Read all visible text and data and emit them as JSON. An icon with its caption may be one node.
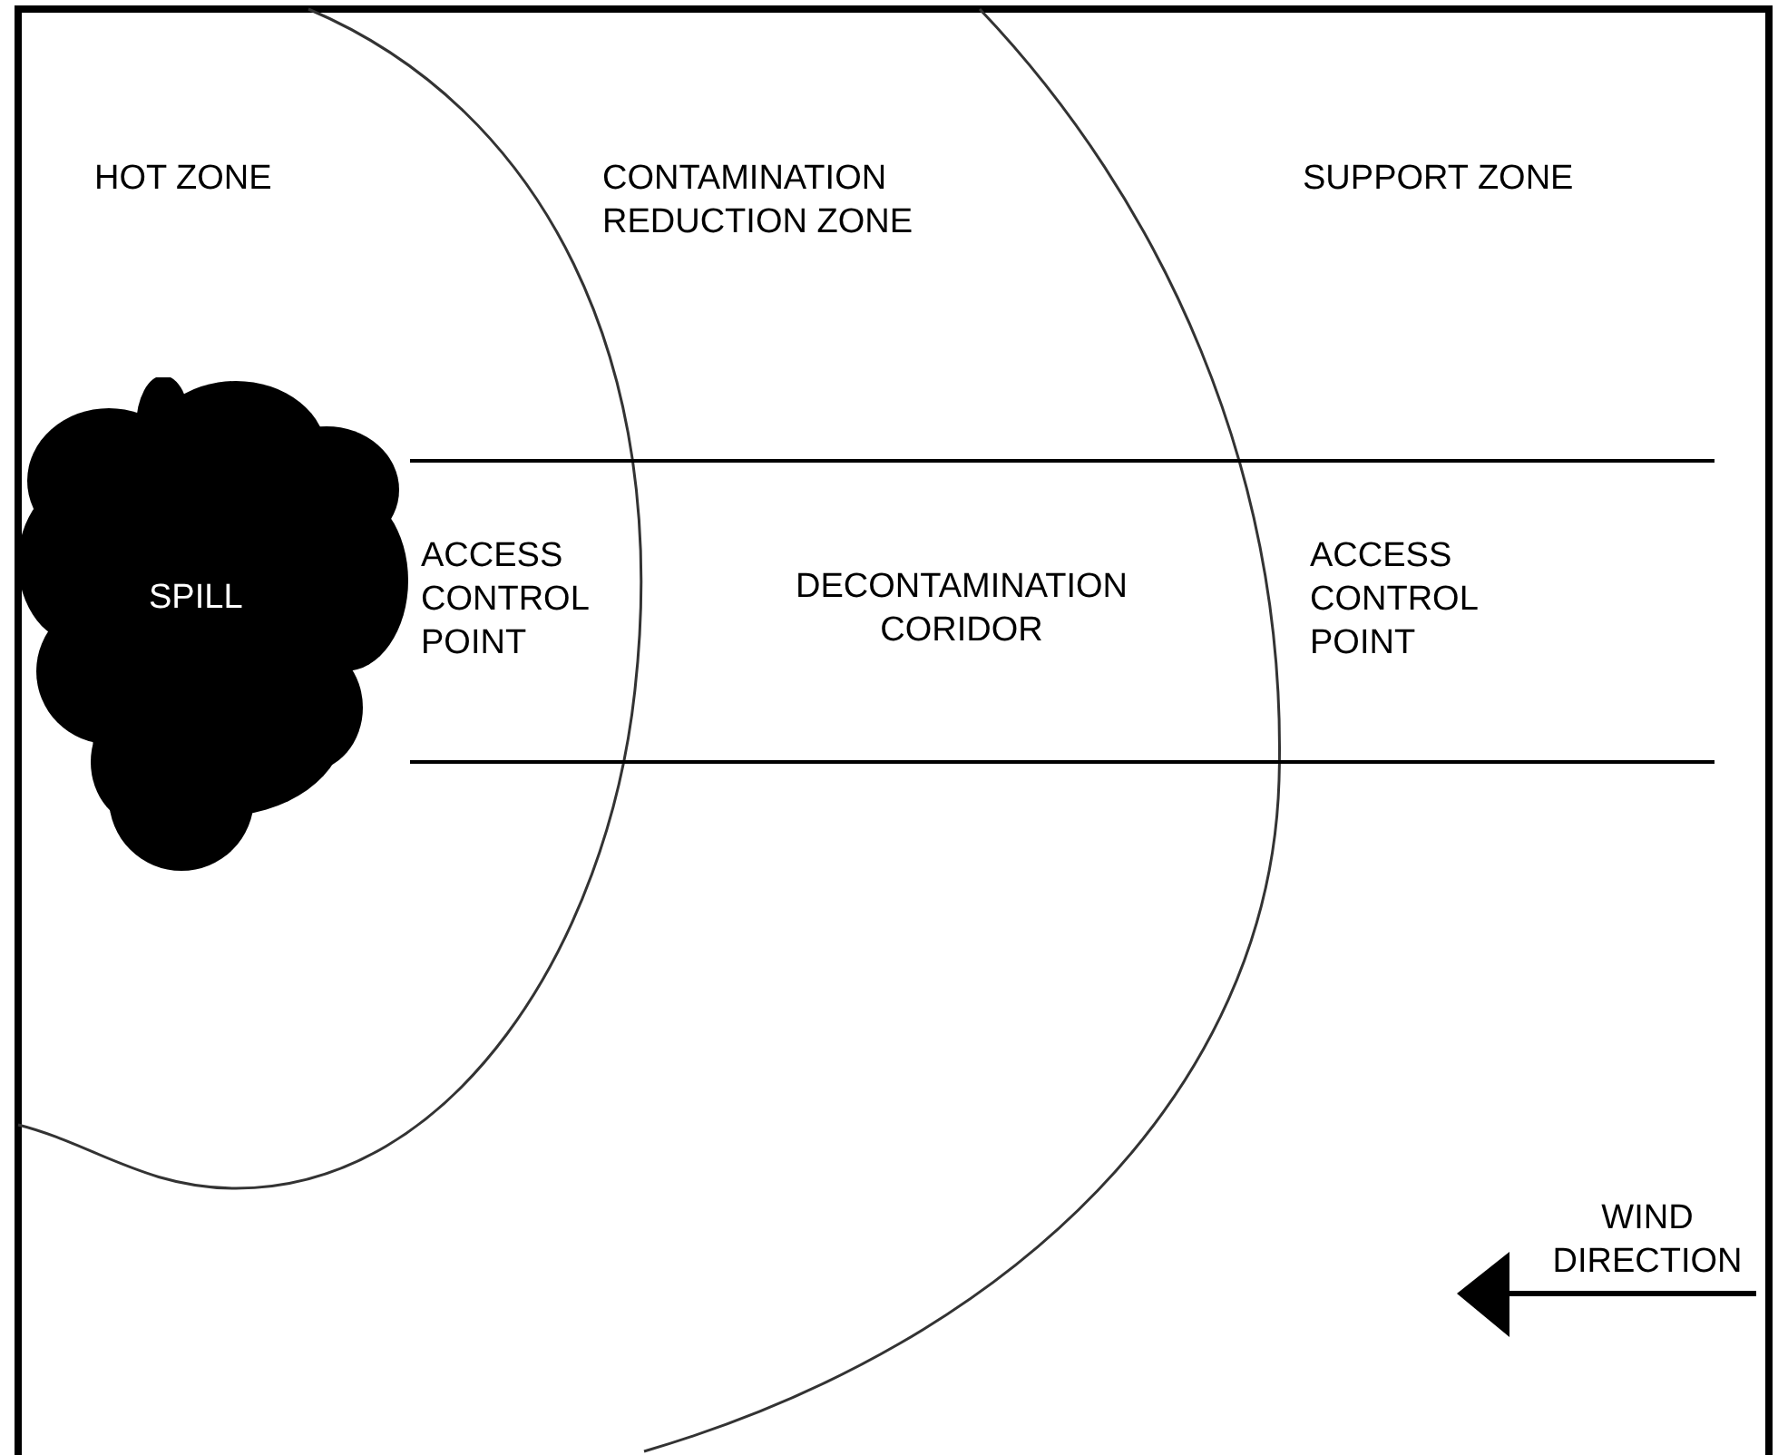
{
  "diagram": {
    "nodes": [
      {
        "text": [
          "DECONTAMINATION CORIDOR"
        ]
      },
      {
        "text": [
          "SPILL"
        ]
      }
    ],
    "edges": [],
    "labels": [
      "HOT ZONE",
      "CONTAMINATION REDUCTION ZONE",
      "SUPPORT ZONE",
      "ACCESS CONTROL POINT",
      "ACCESS CONTROL POINT",
      "WIND DIRECTION"
    ]
  }
}
